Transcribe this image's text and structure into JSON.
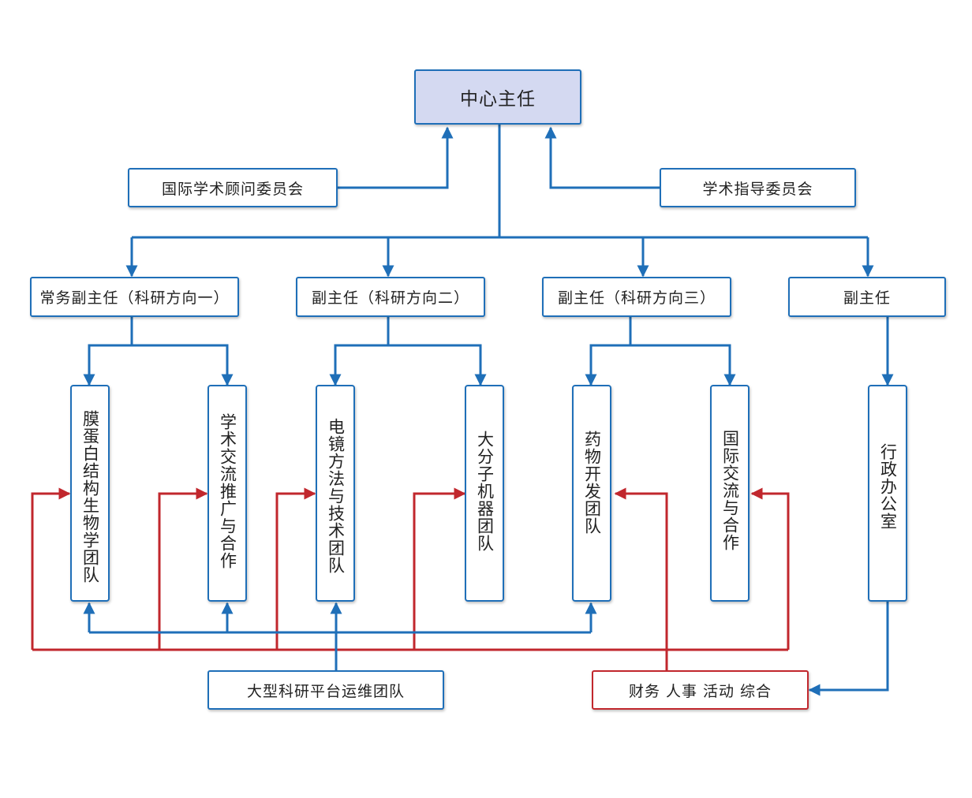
{
  "director": "中心主任",
  "advisory_committee": "国际学术顾问委员会",
  "guidance_committee": "学术指导委员会",
  "deputies": [
    "常务副主任（科研方向一）",
    "副主任（科研方向二）",
    "副主任（科研方向三）",
    "副主任"
  ],
  "teams": [
    "膜蛋白结构生物学团队",
    "学术交流推广与合作",
    "电镜方法与技术团队",
    "大分子机器团队",
    "药物开发团队",
    "国际交流与合作",
    "行政办公室"
  ],
  "platform_team": "大型科研平台运维团队",
  "admin_support": "财务 人事 活动 综合",
  "colors": {
    "blue": "#1f6fb8",
    "red": "#c1272d",
    "top_fill": "#d4d9f1"
  }
}
